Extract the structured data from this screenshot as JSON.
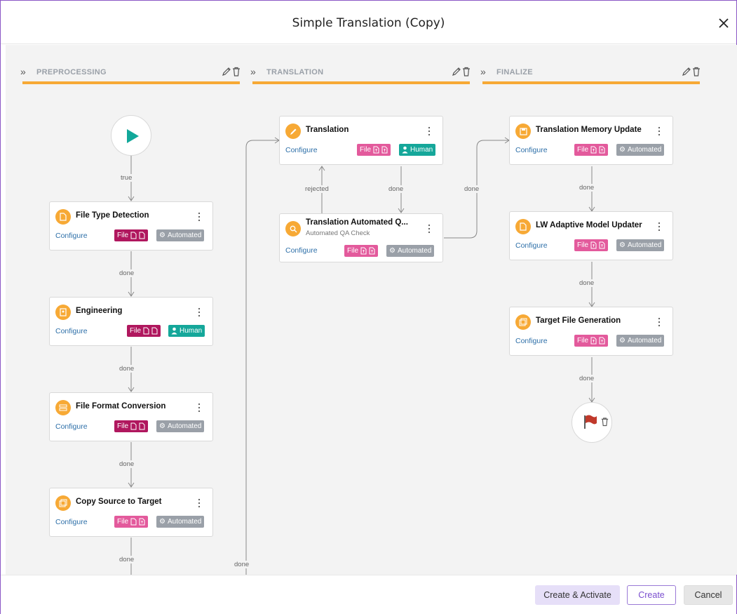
{
  "modal": {
    "title": "Simple Translation (Copy)"
  },
  "phases": [
    {
      "label": "PREPROCESSING"
    },
    {
      "label": "TRANSLATION"
    },
    {
      "label": "FINALIZE"
    }
  ],
  "nodes": {
    "file_type_detection": {
      "title": "File Type Detection",
      "configure": "Configure",
      "file": "File",
      "type": "Automated"
    },
    "engineering": {
      "title": "Engineering",
      "configure": "Configure",
      "file": "File",
      "type": "Human"
    },
    "file_format_conversion": {
      "title": "File Format Conversion",
      "configure": "Configure",
      "file": "File",
      "type": "Automated"
    },
    "copy_source_to_target": {
      "title": "Copy Source to Target",
      "configure": "Configure",
      "file": "File",
      "type": "Automated"
    },
    "translation": {
      "title": "Translation",
      "configure": "Configure",
      "file": "File",
      "type": "Human"
    },
    "translation_qa": {
      "title": "Translation Automated Q...",
      "subtitle": "Automated QA Check",
      "configure": "Configure",
      "file": "File",
      "type": "Automated"
    },
    "tm_update": {
      "title": "Translation Memory Update",
      "configure": "Configure",
      "file": "File",
      "type": "Automated"
    },
    "lw_adaptive": {
      "title": "LW Adaptive Model Updater",
      "configure": "Configure",
      "file": "File",
      "type": "Automated"
    },
    "target_file_generation": {
      "title": "Target File Generation",
      "configure": "Configure",
      "file": "File",
      "type": "Automated"
    }
  },
  "connections": {
    "true": "true",
    "done": "done",
    "rejected": "rejected"
  },
  "footer": {
    "create_activate": "Create & Activate",
    "create": "Create",
    "cancel": "Cancel"
  },
  "colors": {
    "accent_orange": "#f7a935",
    "file_dark": "#b0175e",
    "file_pink": "#e35a9c",
    "human_teal": "#15a79a",
    "automated_gray": "#9aa0a8",
    "start_teal": "#12a89a",
    "flag_red": "#c0392b",
    "modal_border": "#8a56c6"
  }
}
